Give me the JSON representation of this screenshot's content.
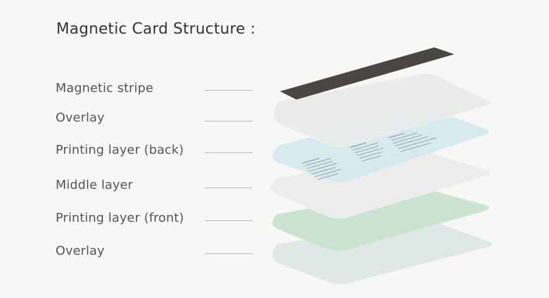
{
  "title": "Magnetic Card Structure :",
  "layers": [
    {
      "label": "Magnetic stripe",
      "color": "#4a4644"
    },
    {
      "label": "Overlay",
      "color": "#e8ebeb"
    },
    {
      "label": "Printing layer (back)",
      "color": "#d5e9ec"
    },
    {
      "label": "Middle layer",
      "color": "#ececec"
    },
    {
      "label": "Printing layer (front)",
      "color": "#c9e2cf"
    },
    {
      "label": "Overlay",
      "color": "#dde6e6"
    }
  ]
}
